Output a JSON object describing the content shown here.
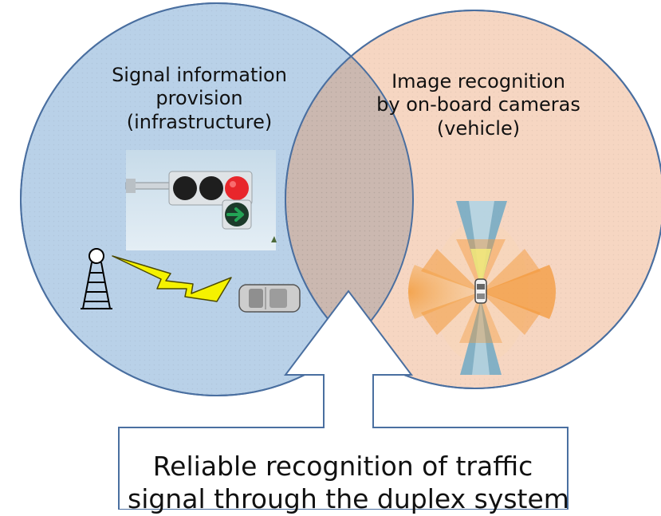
{
  "left_circle": {
    "lines": [
      "Signal information",
      "provision",
      "(infrastructure)"
    ]
  },
  "right_circle": {
    "lines": [
      "Image recognition",
      "by on-board cameras",
      "(vehicle)"
    ]
  },
  "callout": {
    "lines": [
      "Reliable recognition of traffic",
      "signal through the duplex system"
    ]
  },
  "colors": {
    "infrastructure_fill": "#b9d1e8",
    "vehicle_fill": "#f6d6c2",
    "overlap_fill": "#cbb8b0",
    "circle_stroke": "#4a6fa0",
    "lightning": "#f5f200",
    "sensor_orange": "#f39a3c",
    "sensor_blue": "#6fa9c6",
    "signal_red": "#e8262b",
    "signal_green": "#23a355"
  }
}
